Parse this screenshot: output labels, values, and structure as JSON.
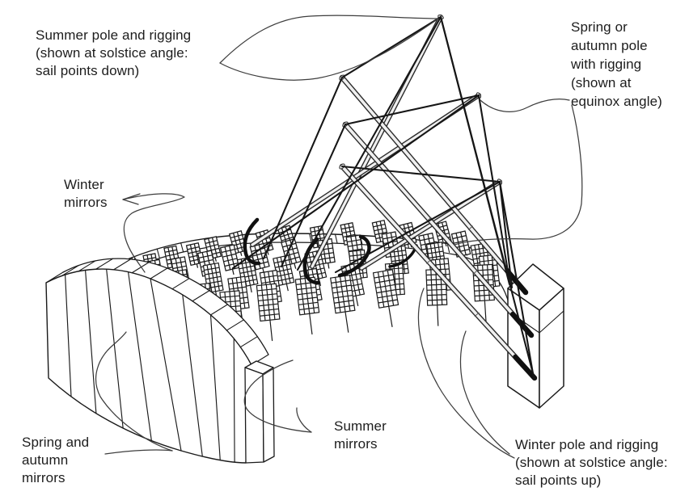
{
  "figure": {
    "type": "technical-line-diagram",
    "subject": "Solar bowl heliostat field with seasonal sail poles and rigging",
    "background_color": "#ffffff",
    "ink_color": "#1a1a1a",
    "tube_fill_color": "#efefef",
    "leader_color": "#3d3d3d",
    "labels": {
      "summer_pole": "Summer pole and rigging\n(shown at solstice angle:\nsail points down)",
      "spring_autumn_pole": "Spring or\nautumn pole\nwith rigging\n(shown at\nequinox angle)",
      "winter_mirrors": "Winter\nmirrors",
      "spring_autumn_mirrors": "Spring and\nautumn\nmirrors",
      "summer_mirrors": "Summer\nmirrors",
      "winter_pole": "Winter pole and rigging\n(shown at solstice angle:\nsail points up)"
    }
  }
}
